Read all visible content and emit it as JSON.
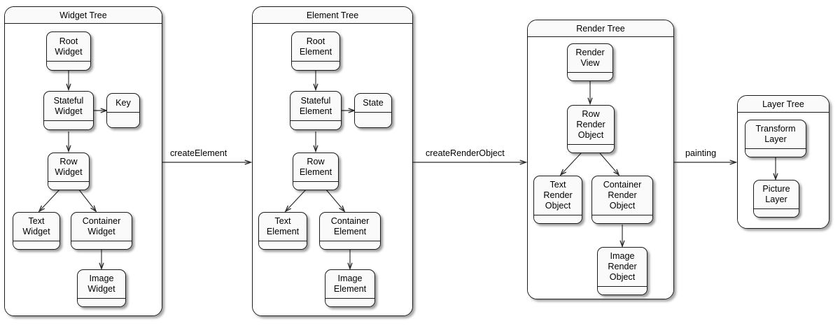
{
  "diagram": {
    "title": "Flutter rendering pipeline: Widget Tree to Element Tree to Render Tree to Layer Tree",
    "accent_color": "#1b1b1b",
    "node_fill": "#fafafa",
    "panel_fill": "#ffffff"
  },
  "panels": [
    {
      "id": "widget-tree",
      "title": "Widget Tree",
      "nodes": [
        {
          "id": "root-widget",
          "lines": [
            "Root",
            "Widget"
          ]
        },
        {
          "id": "stateful-widget",
          "lines": [
            "Stateful",
            "Widget"
          ]
        },
        {
          "id": "key",
          "lines": [
            "Key"
          ]
        },
        {
          "id": "row-widget",
          "lines": [
            "Row",
            "Widget"
          ]
        },
        {
          "id": "text-widget",
          "lines": [
            "Text",
            "Widget"
          ]
        },
        {
          "id": "container-widget",
          "lines": [
            "Container",
            "Widget"
          ]
        },
        {
          "id": "image-widget",
          "lines": [
            "Image",
            "Widget"
          ]
        }
      ]
    },
    {
      "id": "element-tree",
      "title": "Element Tree",
      "nodes": [
        {
          "id": "root-element",
          "lines": [
            "Root",
            "Element"
          ]
        },
        {
          "id": "stateful-element",
          "lines": [
            "Stateful",
            "Element"
          ]
        },
        {
          "id": "state",
          "lines": [
            "State"
          ]
        },
        {
          "id": "row-element",
          "lines": [
            "Row",
            "Element"
          ]
        },
        {
          "id": "text-element",
          "lines": [
            "Text",
            "Element"
          ]
        },
        {
          "id": "container-element",
          "lines": [
            "Container",
            "Element"
          ]
        },
        {
          "id": "image-element",
          "lines": [
            "Image",
            "Element"
          ]
        }
      ]
    },
    {
      "id": "render-tree",
      "title": "Render Tree",
      "nodes": [
        {
          "id": "render-view",
          "lines": [
            "Render",
            "View"
          ]
        },
        {
          "id": "row-render-object",
          "lines": [
            "Row",
            "Render",
            "Object"
          ]
        },
        {
          "id": "text-render-object",
          "lines": [
            "Text",
            "Render",
            "Object"
          ]
        },
        {
          "id": "container-render-object",
          "lines": [
            "Container",
            "Render",
            "Object"
          ]
        },
        {
          "id": "image-render-object",
          "lines": [
            "Image",
            "Render",
            "Object"
          ]
        }
      ]
    },
    {
      "id": "layer-tree",
      "title": "Layer Tree",
      "nodes": [
        {
          "id": "transform-layer",
          "lines": [
            "Transform",
            "Layer"
          ]
        },
        {
          "id": "picture-layer",
          "lines": [
            "Picture",
            "Layer"
          ]
        }
      ]
    }
  ],
  "flows": [
    {
      "id": "create-element",
      "label": "createElement"
    },
    {
      "id": "create-render-object",
      "label": "createRenderObject"
    },
    {
      "id": "painting",
      "label": "painting"
    }
  ]
}
